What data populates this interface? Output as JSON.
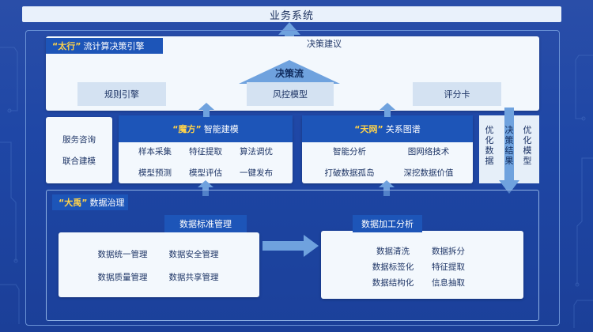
{
  "top": {
    "title": "业务系统"
  },
  "decision": {
    "engine_highlight": "“太行”",
    "engine_label": "流计算决策引擎",
    "suggestion_label": "决策建议",
    "flow_label": "决策流",
    "boxes": [
      "规则引擎",
      "风控模型",
      "评分卡"
    ]
  },
  "left_service": {
    "line1": "服务咨询",
    "line2": "联合建模"
  },
  "modeling": {
    "highlight": "“魔方”",
    "label": "智能建模",
    "items": [
      "样本采集",
      "特征提取",
      "算法调优",
      "模型预测",
      "模型评估",
      "一键发布"
    ]
  },
  "graph": {
    "highlight": "“天网”",
    "label": "关系图谱",
    "items": [
      "智能分析",
      "图网络技术",
      "打破数据孤岛",
      "深挖数据价值"
    ]
  },
  "right_side": {
    "col1": "优化数据",
    "col2": "决策结果",
    "col3": "优化模型"
  },
  "governance": {
    "highlight": "“大禹”",
    "label": "数据治理",
    "standard_title": "数据标准管理",
    "standard_items": [
      "数据统一管理",
      "数据安全管理",
      "数据质量管理",
      "数据共享管理"
    ],
    "processing_title": "数据加工分析",
    "processing_items": [
      "数据清洗",
      "数据拆分",
      "数据标签化",
      "特征提取",
      "数据结构化",
      "信息抽取"
    ]
  },
  "colors": {
    "background": "#1f47a6",
    "panel": "#f3f8fd",
    "tag": "#1d55b8",
    "highlight": "#ffd34a",
    "arrow": "#6fa2de"
  }
}
